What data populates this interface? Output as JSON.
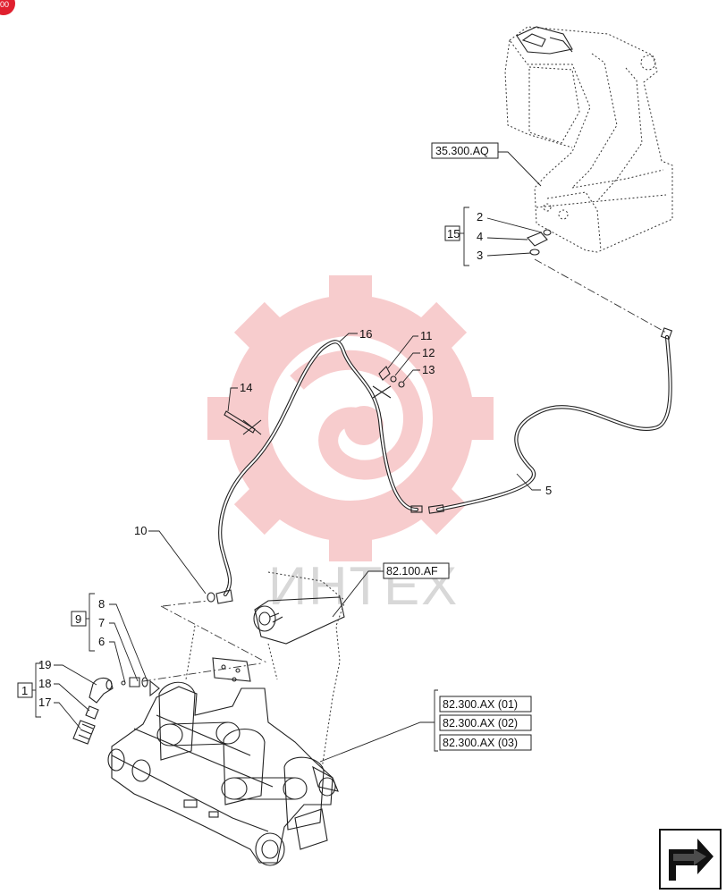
{
  "corner_badge": "00",
  "watermark_text": "ИНТЕХ",
  "colors": {
    "watermark_logo": "#f2a3a6",
    "corner_badge": "#e0202e",
    "line": "#222222"
  },
  "references": {
    "ref_35300AQ": "35.300.AQ",
    "ref_82100AF": "82.100.AF",
    "ref_82300AX_01": "82.300.AX (01)",
    "ref_82300AX_02": "82.300.AX (02)",
    "ref_82300AX_03": "82.300.AX (03)"
  },
  "kits": {
    "kit_15": "15",
    "kit_9": "9",
    "kit_1": "1"
  },
  "callouts": {
    "c1": "2",
    "c2": "4",
    "c3": "3",
    "c4": "16",
    "c5": "11",
    "c6": "12",
    "c7": "13",
    "c8": "14",
    "c9": "5",
    "c10": "10",
    "c11": "8",
    "c12": "7",
    "c13": "6",
    "c14": "19",
    "c15": "18",
    "c16": "17"
  },
  "nav_icon": "next-page-arrow-icon"
}
